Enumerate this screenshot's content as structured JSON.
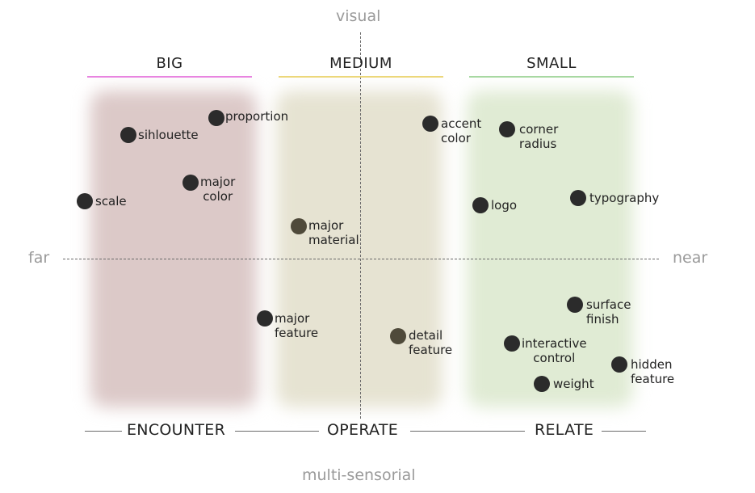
{
  "axes": {
    "top": "visual",
    "bottom": "multi-sensorial",
    "left": "far",
    "right": "near"
  },
  "columns": [
    {
      "label": "BIG",
      "color": "#e884e0",
      "tint": "#d9c6c6"
    },
    {
      "label": "MEDIUM",
      "color": "#ecd77a",
      "tint": "#e4e2cf"
    },
    {
      "label": "SMALL",
      "color": "#a7d8a1",
      "tint": "#dfead2"
    }
  ],
  "stages": [
    "ENCOUNTER",
    "OPERATE",
    "RELATE"
  ],
  "points": [
    {
      "label": "proportion",
      "tone": "dark"
    },
    {
      "label": "sihlouette",
      "tone": "dark"
    },
    {
      "label": "major\ncolor",
      "tone": "dark"
    },
    {
      "label": "scale",
      "tone": "dark"
    },
    {
      "label": "major\nmaterial",
      "tone": "olive"
    },
    {
      "label": "major\nfeature",
      "tone": "dark"
    },
    {
      "label": "detail\nfeature",
      "tone": "olive"
    },
    {
      "label": "accent\ncolor",
      "tone": "dark"
    },
    {
      "label": "corner\nradius",
      "tone": "dark"
    },
    {
      "label": "logo",
      "tone": "dark"
    },
    {
      "label": "typography",
      "tone": "dark"
    },
    {
      "label": "surface\nfinish",
      "tone": "dark"
    },
    {
      "label": "interactive\ncontrol",
      "tone": "dark"
    },
    {
      "label": "hidden\nfeature",
      "tone": "dark"
    },
    {
      "label": "weight",
      "tone": "dark"
    }
  ],
  "tone_colors": {
    "dark": "#2b2b2b",
    "olive": "#4f4a3a"
  }
}
